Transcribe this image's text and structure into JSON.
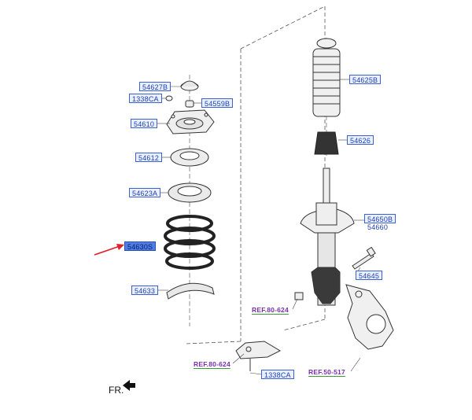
{
  "diagram": {
    "labels": {
      "p54627B": "54627B",
      "p1338CA_top": "1338CA",
      "p54559B": "54559B",
      "p54610": "54610",
      "p54612": "54612",
      "p54623A": "54623A",
      "p54630S": "54630S",
      "p54633": "54633",
      "p54625B": "54625B",
      "p54626": "54626",
      "p54650B": "54650B",
      "p54660": "54660",
      "p54645": "54645",
      "ref_80_624_a": "REF.80-624",
      "ref_80_624_b": "REF.80-624",
      "p1338CA_bottom": "1338CA",
      "ref_50_517": "REF.50-517"
    },
    "direction_label": "FR.",
    "colors": {
      "callout_border": "#3a62d6",
      "callout_fill": "#eaf0ff",
      "callout_highlight": "#4f7de6",
      "ref_text": "#7a2fb0",
      "ref_underline": "#3a9a3a",
      "pointer_arrow": "#e0202a",
      "line_art": "#3a3a3a"
    }
  }
}
